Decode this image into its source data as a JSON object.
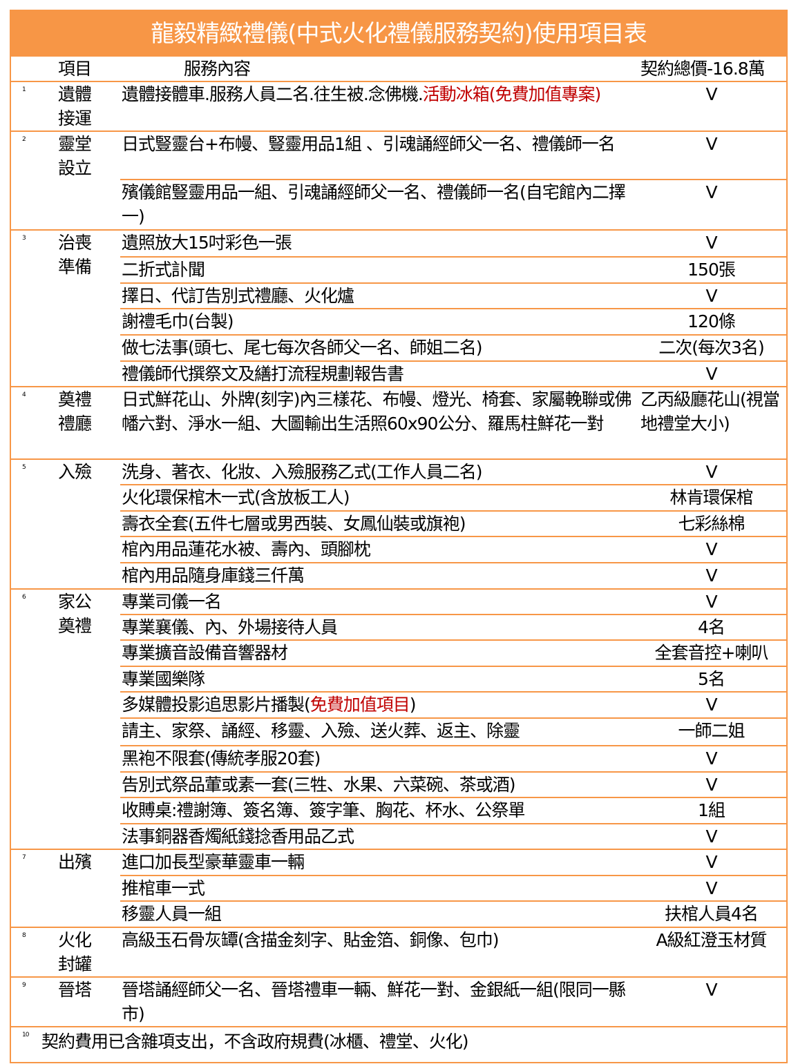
{
  "title": "龍毅精緻禮儀(中式火化禮儀服務契約)使用項目表",
  "header": {
    "item": "項目",
    "content": "服務內容",
    "price": "契約總價-16.8萬"
  },
  "accent_color": "#F79646",
  "highlight_color": "#C00000",
  "groups": [
    {
      "num": "1",
      "category": "遺體接運",
      "rows": [
        {
          "content": [
            {
              "t": "遺體接體車.服務人員二名.往生被.念佛機."
            },
            {
              "t": "活動冰箱(免費加值專案)",
              "red": true
            }
          ],
          "value": "V",
          "h": 71
        }
      ]
    },
    {
      "num": "2",
      "category": "靈堂設立",
      "rows": [
        {
          "content": [
            {
              "t": "日式豎靈台+布幔、豎靈用品1組 、引魂誦經師父一名、禮儀師一名"
            }
          ],
          "value": "V",
          "h": 70
        },
        {
          "content": [
            {
              "t": "殯儀館豎靈用品一組、引魂誦經師父一名、禮儀師一名(自宅館內二擇一)"
            }
          ],
          "value": "V",
          "h": 73
        }
      ]
    },
    {
      "num": "3",
      "category": "治喪準備",
      "rows": [
        {
          "content": [
            {
              "t": "遺照放大15吋彩色一張"
            }
          ],
          "value": "V",
          "h": 39
        },
        {
          "content": [
            {
              "t": "二折式訃聞"
            }
          ],
          "value": "150張",
          "h": 38
        },
        {
          "content": [
            {
              "t": "擇日、代訂告別式禮廳、火化爐"
            }
          ],
          "value": "V",
          "h": 37
        },
        {
          "content": [
            {
              "t": "謝禮毛巾(台製)"
            }
          ],
          "value": "120條",
          "h": 38
        },
        {
          "content": [
            {
              "t": "做七法事(頭七、尾七每次各師父一名、師姐二名)"
            }
          ],
          "value": "二次(每次3名)",
          "h": 38
        },
        {
          "content": [
            {
              "t": "禮儀師代撰祭文及繕打流程規劃報告書"
            }
          ],
          "value": "V",
          "h": 37
        }
      ]
    },
    {
      "num": "4",
      "category": "奠禮禮廳",
      "rows": [
        {
          "content": [
            {
              "t": "日式鮮花山、外牌(刻字)內三樣花、布幔、燈光、椅套、家屬輓聯或佛幡六對、淨水一組、大圖輸出生活照60x90公分、羅馬柱鮮花一對"
            }
          ],
          "value": "乙丙級廳花山(視當地禮堂大小)",
          "left": true,
          "h": 105
        }
      ]
    },
    {
      "num": "5",
      "category": "入殮",
      "rows": [
        {
          "content": [
            {
              "t": "洗身、著衣、化妝、入殮服務乙式(工作人員二名)"
            }
          ],
          "value": "V",
          "h": 37
        },
        {
          "content": [
            {
              "t": "火化環保棺木一式(含放板工人)"
            }
          ],
          "value": "林肯環保棺",
          "h": 38
        },
        {
          "content": [
            {
              "t": "壽衣全套(五件七層或男西裝、女鳳仙裝或旗袍)"
            }
          ],
          "value": "七彩絲棉",
          "h": 37
        },
        {
          "content": [
            {
              "t": "棺內用品蓮花水被、壽內、頭腳枕"
            }
          ],
          "value": "V",
          "h": 38
        },
        {
          "content": [
            {
              "t": "棺內用品隨身庫錢三仟萬"
            }
          ],
          "value": "V",
          "h": 38
        }
      ]
    },
    {
      "num": "6",
      "category": "家公奠禮",
      "rows": [
        {
          "content": [
            {
              "t": "專業司儀一名"
            }
          ],
          "value": "V",
          "h": 37
        },
        {
          "content": [
            {
              "t": "專業襄儀、內、外場接待人員"
            }
          ],
          "value": "4名",
          "h": 37
        },
        {
          "content": [
            {
              "t": "專業擴音設備音響器材"
            }
          ],
          "value": "全套音控+喇叭",
          "h": 38
        },
        {
          "content": [
            {
              "t": "專業國樂隊"
            }
          ],
          "value": "5名",
          "h": 37
        },
        {
          "content": [
            {
              "t": "多媒體投影追思影片播製("
            },
            {
              "t": "免費加值項目",
              "red": true
            },
            {
              "t": ")"
            }
          ],
          "value": "V",
          "h": 38
        },
        {
          "content": [
            {
              "t": "請主、家祭、誦經、移靈、入殮、送火葬、返主、除靈"
            }
          ],
          "value": "一師二姐",
          "h": 40
        },
        {
          "content": [
            {
              "t": "黑袍不限套(傳統孝服20套)"
            }
          ],
          "value": "V",
          "h": 38
        },
        {
          "content": [
            {
              "t": "告別式祭品葷或素一套(三牲、水果、六菜碗、茶或酒)"
            }
          ],
          "value": "V",
          "h": 37
        },
        {
          "content": [
            {
              "t": "收賻桌:禮謝簿、簽名簿、簽字筆、胸花、杯水、公祭單"
            }
          ],
          "value": "1組",
          "h": 38
        },
        {
          "content": [
            {
              "t": "法事銅器香燭紙錢捻香用品乙式"
            }
          ],
          "value": "V",
          "h": 37
        }
      ]
    },
    {
      "num": "7",
      "category": "出殯",
      "rows": [
        {
          "content": [
            {
              "t": "進口加長型豪華靈車一輛"
            }
          ],
          "value": "V",
          "h": 38
        },
        {
          "content": [
            {
              "t": "推棺車一式"
            }
          ],
          "value": "V",
          "h": 37
        },
        {
          "content": [
            {
              "t": "移靈人員一組"
            }
          ],
          "value": "扶棺人員4名",
          "h": 38
        }
      ]
    },
    {
      "num": "8",
      "category": "火化封罐",
      "rows": [
        {
          "content": [
            {
              "t": "高級玉石骨灰罈(含描金刻字、貼金箔、銅像、包巾)"
            }
          ],
          "value": "A級紅澄玉材質",
          "h": 72
        }
      ]
    },
    {
      "num": "9",
      "category": "晉塔",
      "rows": [
        {
          "content": [
            {
              "t": "晉塔誦經師父一名、晉塔禮車一輛、鮮花一對、金銀紙一組(限同一縣市)"
            }
          ],
          "value": "V",
          "h": 68
        }
      ]
    }
  ],
  "footer": {
    "num": "10",
    "text": "契約費用已含雜項支出，不含政府規費(冰櫃、禮堂、火化)"
  }
}
